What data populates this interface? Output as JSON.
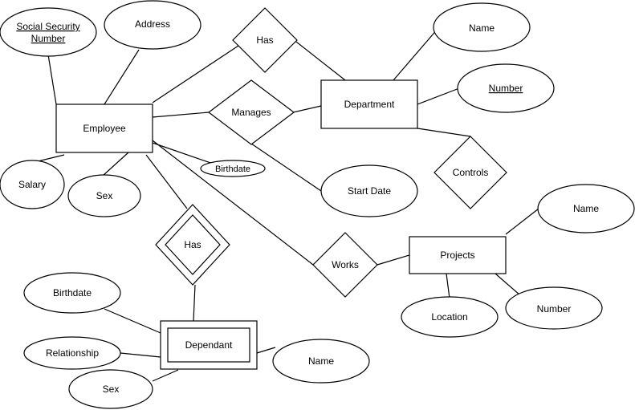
{
  "entities": {
    "employee": "Employee",
    "department": "Department",
    "projects": "Projects",
    "dependant": "Dependant"
  },
  "relationships": {
    "has_dept": "Has",
    "manages": "Manages",
    "controls": "Controls",
    "works": "Works",
    "has_dependant": "Has"
  },
  "attributes": {
    "ssn_line1": "Social Security",
    "ssn_line2": "Number",
    "address": "Address",
    "salary": "Salary",
    "emp_sex": "Sex",
    "emp_birthdate": "Birthdate",
    "dept_name": "Name",
    "dept_number": "Number",
    "start_date": "Start Date",
    "proj_name": "Name",
    "proj_location": "Location",
    "proj_number": "Number",
    "dep_birthdate": "Birthdate",
    "dep_relationship": "Relationship",
    "dep_sex": "Sex",
    "dep_name": "Name"
  }
}
